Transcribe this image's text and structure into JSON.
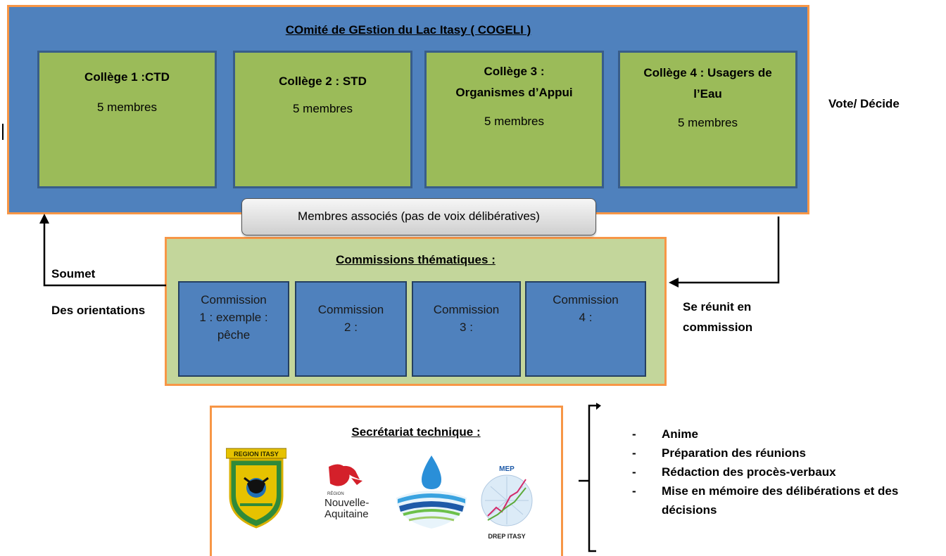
{
  "cogeli": {
    "title": "COmité de GEstion du Lac Itasy ( COGELI )",
    "colleges": [
      {
        "title": "Collège 1 :CTD",
        "members": "5 membres"
      },
      {
        "title": "Collège 2 : STD",
        "members": "5 membres"
      },
      {
        "title_line1": "Collège 3 :",
        "title_line2": "Organismes d’Appui",
        "members": "5 membres"
      },
      {
        "title_line1": "Collège 4 : Usagers de",
        "title_line2": "l’Eau",
        "members": "5 membres"
      }
    ]
  },
  "membres_associes": "Membres associés (pas de voix délibératives)",
  "commissions": {
    "title": "Commissions thématiques :",
    "items": [
      {
        "line1": "Commission",
        "line2": "1 : exemple  :",
        "line3": "pêche"
      },
      {
        "line1": "Commission",
        "line2": "2 :"
      },
      {
        "line1": "Commission",
        "line2": "3 :"
      },
      {
        "line1": "Commission",
        "line2": "4 :"
      }
    ]
  },
  "labels": {
    "vote": "Vote/ Décide",
    "soumet": "Soumet",
    "orientations": "Des orientations",
    "reunit_line1": "Se réunit en",
    "reunit_line2": "commission"
  },
  "secretariat": {
    "title": "Secrétariat technique :",
    "logos": {
      "region_itasy": "REGION ITASY",
      "nouvelle_small": "RÉGION",
      "nouvelle_line1": "Nouvelle-",
      "nouvelle_line2": "Aquitaine",
      "mep": "MEP",
      "drep": "DREP ITASY"
    }
  },
  "tasks": [
    "Anime",
    "Préparation des réunions",
    "Rédaction des procès-verbaux",
    "Mise en mémoire des délibérations et des",
    "décisions"
  ],
  "colors": {
    "cogeli_blue": "#4f81bd",
    "college_green": "#9bbb59",
    "commission_light_green": "#c3d69b",
    "border_orange": "#f79646"
  }
}
